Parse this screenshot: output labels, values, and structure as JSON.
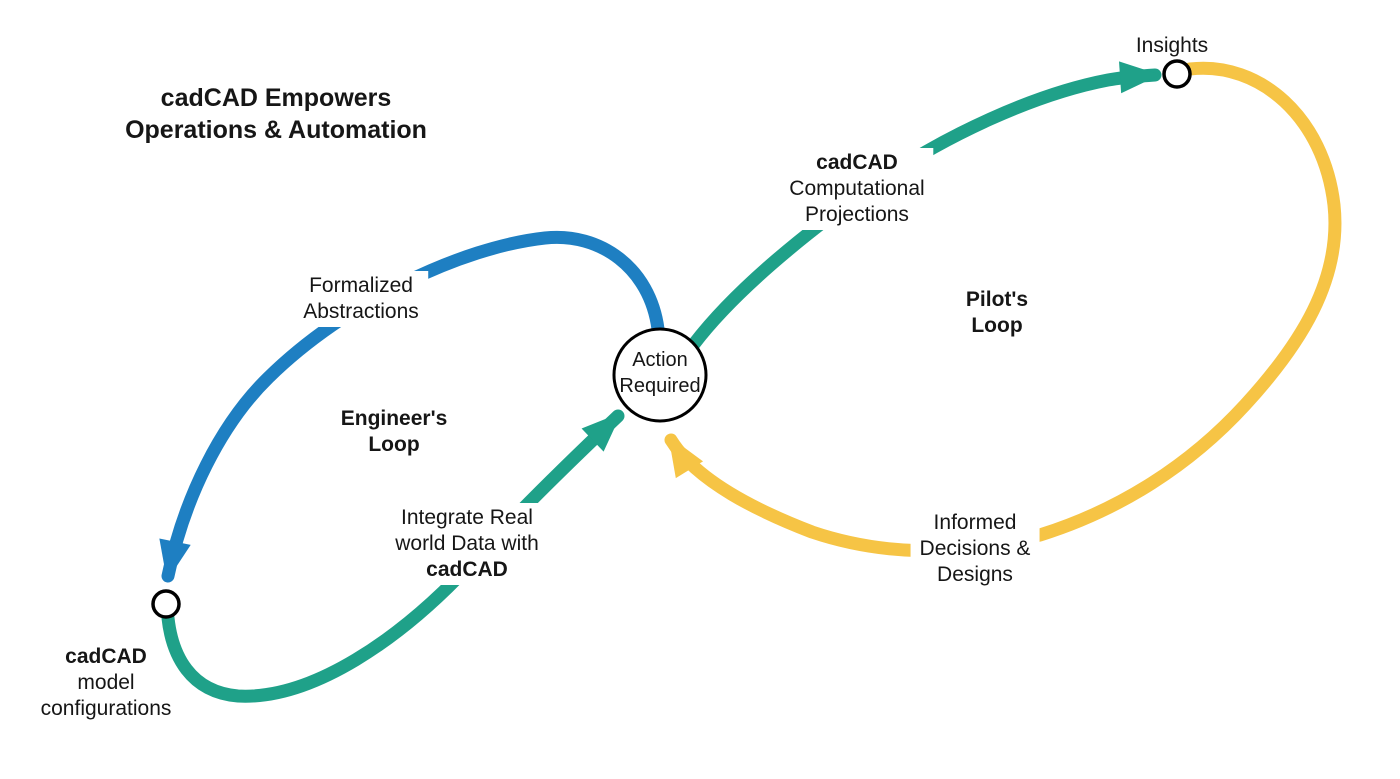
{
  "title": {
    "line1": "cadCAD Empowers",
    "line2": "Operations & Automation"
  },
  "colors": {
    "blue": "#1E7FC2",
    "green": "#1FA189",
    "yellow": "#F6C445",
    "node_stroke": "#000000",
    "node_fill": "#FFFFFF"
  },
  "center_node": {
    "line1": "Action",
    "line2": "Required"
  },
  "loops": {
    "engineers": {
      "line1": "Engineer's",
      "line2": "Loop"
    },
    "pilots": {
      "line1": "Pilot's",
      "line2": "Loop"
    }
  },
  "labels": {
    "formalized": {
      "line1": "Formalized",
      "line2": "Abstractions"
    },
    "integrate": {
      "line1": "Integrate Real",
      "line2": "world Data with",
      "line3": "cadCAD"
    },
    "model_config": {
      "line1": "cadCAD",
      "line2": "model",
      "line3": "configurations"
    },
    "computational": {
      "line1": "cadCAD",
      "line2": "Computational",
      "line3": "Projections"
    },
    "insights": {
      "text": "Insights"
    },
    "informed": {
      "line1": "Informed",
      "line2": "Decisions &",
      "line3": "Designs"
    }
  }
}
